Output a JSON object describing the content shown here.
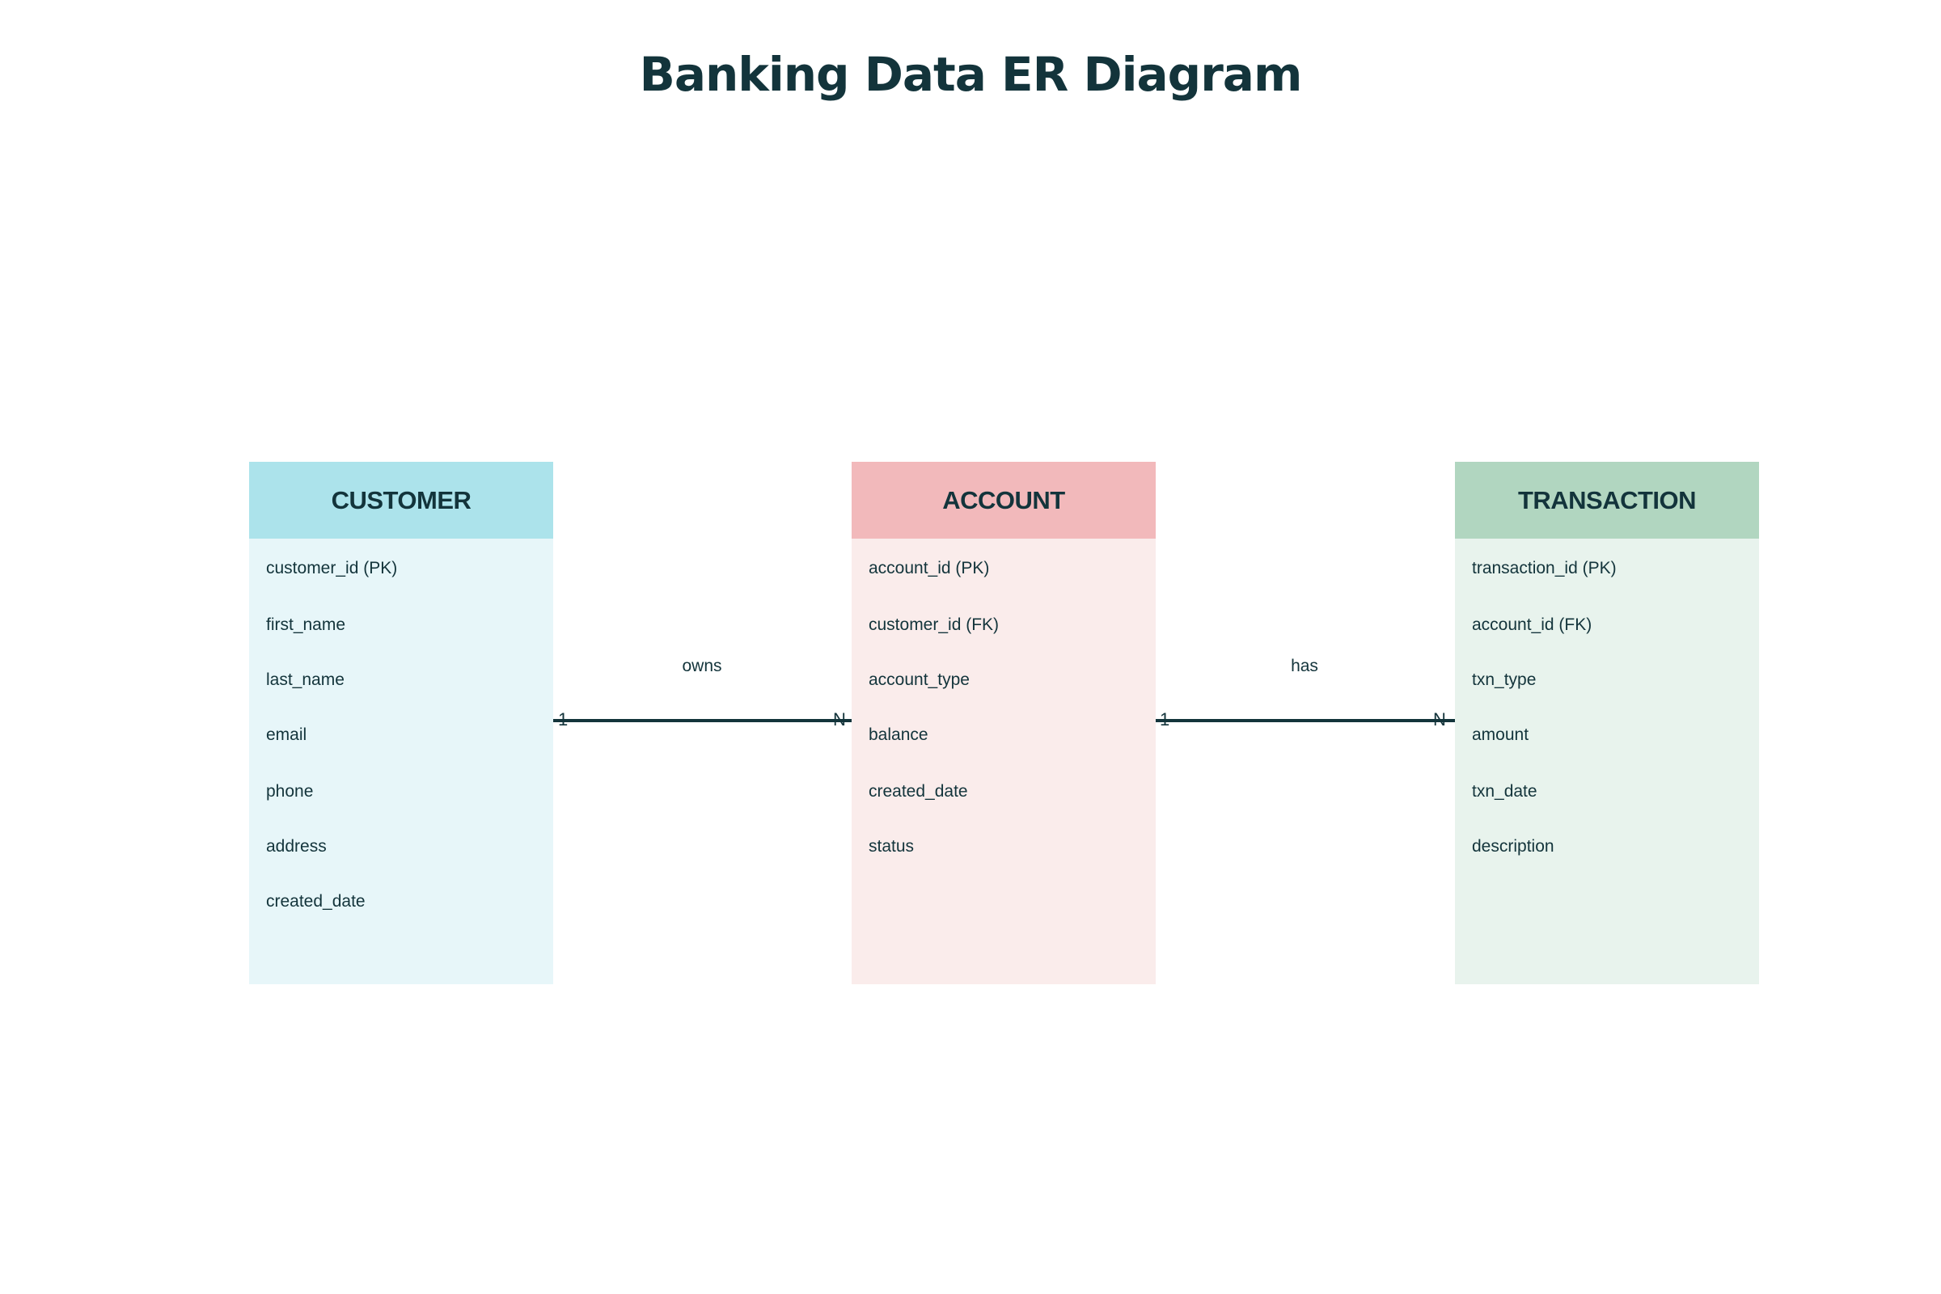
{
  "title": "Banking Data ER Diagram",
  "colors": {
    "text": "#13343b",
    "customer_header": "#ace3eb",
    "customer_body": "#e7f6f9",
    "account_header": "#f2b9bb",
    "account_body": "#faeceb",
    "transaction_header": "#b1d6c0",
    "transaction_body": "#e8f3ed",
    "line": "#13343b"
  },
  "entities": [
    {
      "name": "CUSTOMER",
      "attributes": [
        "customer_id (PK)",
        "first_name",
        "last_name",
        "email",
        "phone",
        "address",
        "created_date"
      ]
    },
    {
      "name": "ACCOUNT",
      "attributes": [
        "account_id (PK)",
        "customer_id (FK)",
        "account_type",
        "balance",
        "created_date",
        "status"
      ]
    },
    {
      "name": "TRANSACTION",
      "attributes": [
        "transaction_id (PK)",
        "account_id (FK)",
        "txn_type",
        "amount",
        "txn_date",
        "description"
      ]
    }
  ],
  "relationships": [
    {
      "label": "owns",
      "from": "CUSTOMER",
      "to": "ACCOUNT",
      "from_card": "1",
      "to_card": "N"
    },
    {
      "label": "has",
      "from": "ACCOUNT",
      "to": "TRANSACTION",
      "from_card": "1",
      "to_card": "N"
    }
  ]
}
